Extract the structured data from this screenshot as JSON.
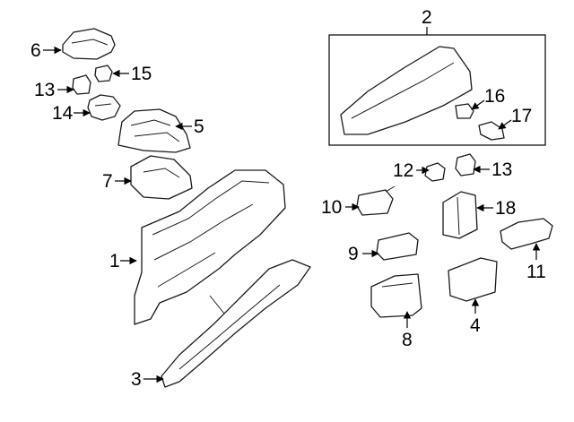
{
  "callouts": {
    "c1": "1",
    "c2": "2",
    "c3": "3",
    "c4": "4",
    "c5": "5",
    "c6": "6",
    "c7": "7",
    "c8": "8",
    "c9": "9",
    "c10": "10",
    "c11": "11",
    "c12": "12",
    "c13a": "13",
    "c13b": "13",
    "c14": "14",
    "c15": "15",
    "c16": "16",
    "c17": "17",
    "c18": "18"
  }
}
